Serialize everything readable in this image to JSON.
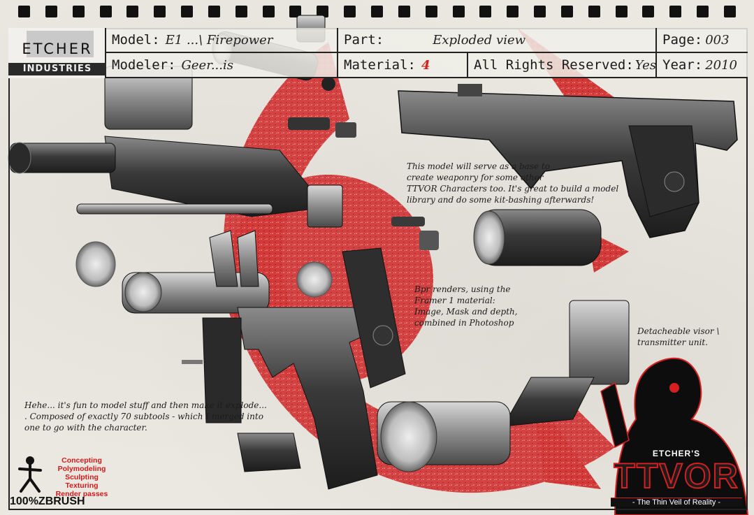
{
  "logo": {
    "brand": "ETCHER",
    "sub": "INDUSTRIES"
  },
  "header": {
    "model_label": "Model:",
    "model_value": "E1 ...\\ Firepower",
    "part_label": "Part:",
    "part_value": "Exploded view",
    "page_label": "Page:",
    "page_value": "003",
    "modeler_label": "Modeler:",
    "modeler_value": "Geer...is",
    "material_label": "Material:",
    "material_value": "4",
    "rights_label": "All Rights Reserved:",
    "rights_value": "Yes",
    "year_label": "Year:",
    "year_value": "2010"
  },
  "notes": {
    "library": [
      "This model will serve as a base to",
      "create weaponry for some other",
      "TTVOR Characters too. It's great to build a model",
      "library and do some kit-bashing afterwards!"
    ],
    "bpr": [
      "Bpr renders, using the",
      "Framer 1 material:",
      "Image, Mask and depth,",
      "combined in Photoshop"
    ],
    "visor": [
      "Detacheable visor \\",
      "transmitter unit."
    ],
    "explode": [
      "Hehe... it's fun to model stuff and then make it explode...",
      ". Composed of exactly 70 subtools - which I merged into",
      "one to go with the character."
    ]
  },
  "zbrush": {
    "items": [
      "Concepting",
      "Polymodeling",
      "Sculpting",
      "Texturing",
      "Render passes"
    ],
    "brand": "100%ZBRUSH"
  },
  "tvor": {
    "small": "ETCHER'S",
    "big": "TTVOR",
    "tagline": "- The Thin Veil of Reality -"
  },
  "colors": {
    "accent_red": "#d42020",
    "ink": "#1a1a1a",
    "paper": "#ebe8e1"
  }
}
